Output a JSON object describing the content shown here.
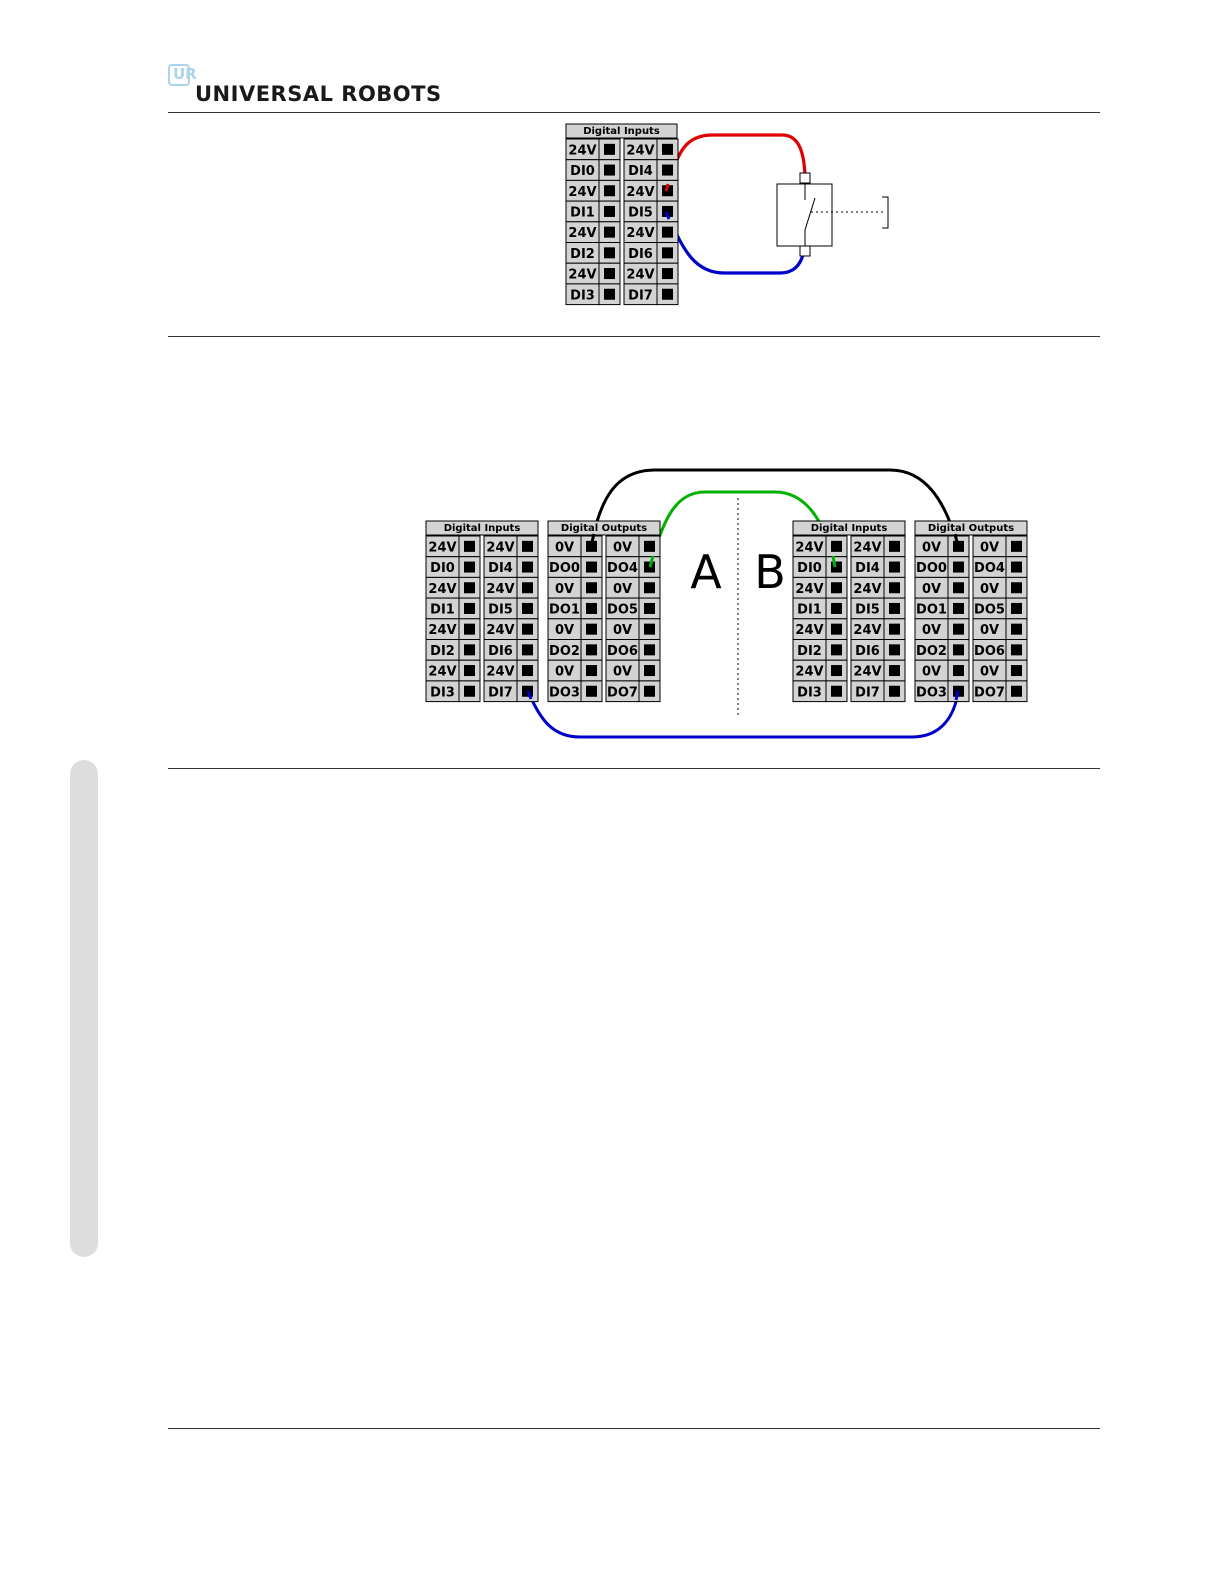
{
  "header": {
    "logo_mark": "UR",
    "brand": "UNIVERSAL ROBOTS"
  },
  "figure1": {
    "block_title": "Digital Inputs",
    "left_column": [
      "24V",
      "DI0",
      "24V",
      "DI1",
      "24V",
      "DI2",
      "24V",
      "DI3"
    ],
    "right_column": [
      "24V",
      "DI4",
      "24V",
      "DI5",
      "24V",
      "DI6",
      "24V",
      "DI7"
    ],
    "wire_colors": {
      "red": "#e00000",
      "blue": "#0000cc"
    }
  },
  "figure2": {
    "robot_a_label": "A",
    "robot_b_label": "B",
    "inputs_title": "Digital Inputs",
    "outputs_title": "Digital Outputs",
    "inputs_left": [
      "24V",
      "DI0",
      "24V",
      "DI1",
      "24V",
      "DI2",
      "24V",
      "DI3"
    ],
    "inputs_right": [
      "24V",
      "DI4",
      "24V",
      "DI5",
      "24V",
      "DI6",
      "24V",
      "DI7"
    ],
    "outputs_left": [
      "0V",
      "DO0",
      "0V",
      "DO1",
      "0V",
      "DO2",
      "0V",
      "DO3"
    ],
    "outputs_right": [
      "0V",
      "DO4",
      "0V",
      "DO5",
      "0V",
      "DO6",
      "0V",
      "DO7"
    ],
    "wire_colors": {
      "black": "#000000",
      "green": "#00b000",
      "blue": "#0000cc"
    }
  },
  "colors": {
    "block_fill": "#d3d3d3",
    "logo_accent": "#a9d4ec",
    "side_tab": "#dddddd"
  }
}
